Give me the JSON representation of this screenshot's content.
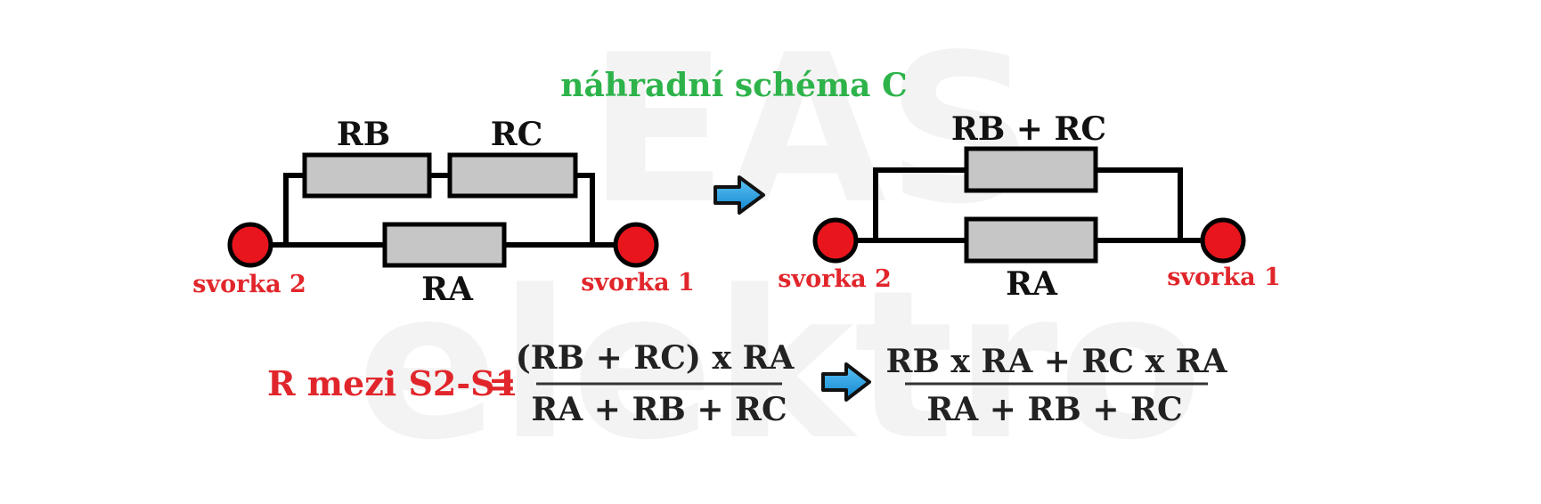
{
  "title": "náhradní schéma C",
  "watermark": {
    "line1": "EAS",
    "line2": "elektro"
  },
  "circuit_left": {
    "resistor_top_left": "RB",
    "resistor_top_right": "RC",
    "resistor_bottom": "RA",
    "terminal_left": "svorka 2",
    "terminal_right": "svorka 1"
  },
  "circuit_right": {
    "resistor_top": "RB + RC",
    "resistor_bottom": "RA",
    "terminal_left": "svorka 2",
    "terminal_right": "svorka 1"
  },
  "equation": {
    "lhs": "R mezi S2-S1",
    "equals": "=",
    "frac1_numerator": "(RB + RC) x RA",
    "frac1_denominator": "RA + RB + RC",
    "frac2_numerator": "RB x RA + RC x RA",
    "frac2_denominator": "RA + RB + RC"
  },
  "colors": {
    "title": "#2db34a",
    "terminal": "#e8151d",
    "terminal_label": "#e1262b",
    "resistor_fill": "#c6c6c6",
    "arrow": "#1e9be0"
  },
  "icons": {
    "arrow": "arrow-right-icon"
  }
}
